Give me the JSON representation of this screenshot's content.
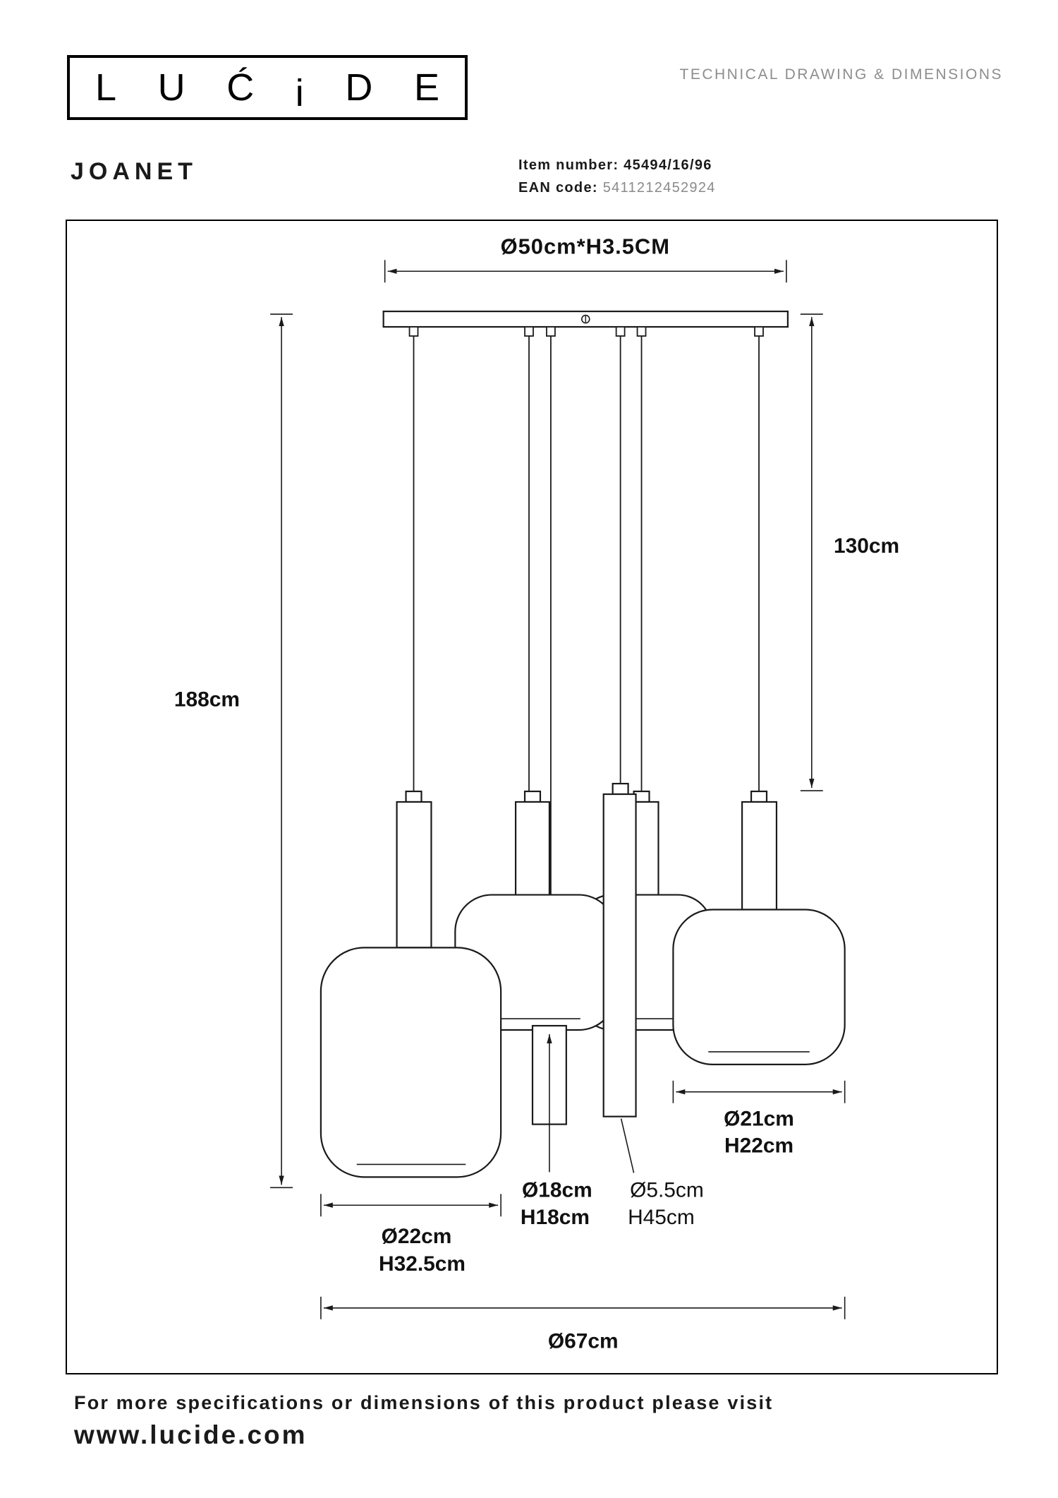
{
  "header": {
    "logo_letters": [
      "L",
      "U",
      "Ć",
      "i",
      "D",
      "E"
    ],
    "tagline": "TECHNICAL DRAWING & DIMENSIONS",
    "product_name": "JOANET",
    "item_number_label": "Item number:",
    "item_number": "45494/16/96",
    "ean_label": "EAN code:",
    "ean": "5411212452924"
  },
  "drawing": {
    "dim_top": "Ø50cm*H3.5CM",
    "dim_total_height": "188cm",
    "dim_cable": "130cm",
    "dim_right_shade": [
      "Ø21cm",
      "H22cm"
    ],
    "dim_mid_shade": [
      "Ø18cm",
      "H18cm"
    ],
    "dim_tube": [
      "Ø5.5cm",
      "H45cm"
    ],
    "dim_left_shade": [
      "Ø22cm",
      "H32.5cm"
    ],
    "dim_total_width": "Ø67cm"
  },
  "footer": {
    "line1": "For more specifications or dimensions of this product please visit",
    "line2": "www.lucide.com"
  }
}
